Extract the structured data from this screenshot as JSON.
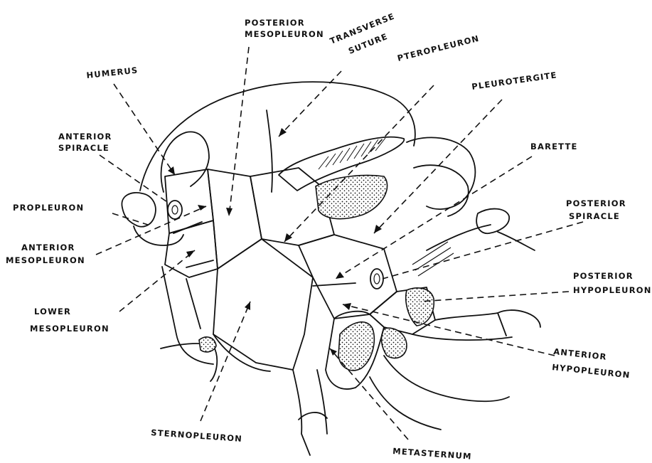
{
  "labels": {
    "humerus": "HUMERUS",
    "anterior_spiracle_1": "ANTERIOR",
    "anterior_spiracle_2": "SPIRACLE",
    "propleuron": "PROPLEURON",
    "anterior_mesopleuron_1": "ANTERIOR",
    "anterior_mesopleuron_2": "MESOPLEURON",
    "lower_mesopleuron_1": "LOWER",
    "lower_mesopleuron_2": "MESOPLEURON",
    "posterior_mesopleuron_1": "POSTERIOR",
    "posterior_mesopleuron_2": "MESOPLEURON",
    "transverse_suture_1": "TRANSVERSE",
    "transverse_suture_2": "SUTURE",
    "pteropleuron": "PTEROPLEURON",
    "pleurotergite": "PLEUROTERGITE",
    "barette": "BARETTE",
    "posterior_spiracle_1": "POSTERIOR",
    "posterior_spiracle_2": "SPIRACLE",
    "posterior_hypopleuron_1": "POSTERIOR",
    "posterior_hypopleuron_2": "HYPOPLEURON",
    "anterior_hypopleuron_1": "ANTERIOR",
    "anterior_hypopleuron_2": "HYPOPLEURON",
    "sternopleuron": "STERNOPLEURON",
    "metasternum": "METASTERNUM"
  }
}
